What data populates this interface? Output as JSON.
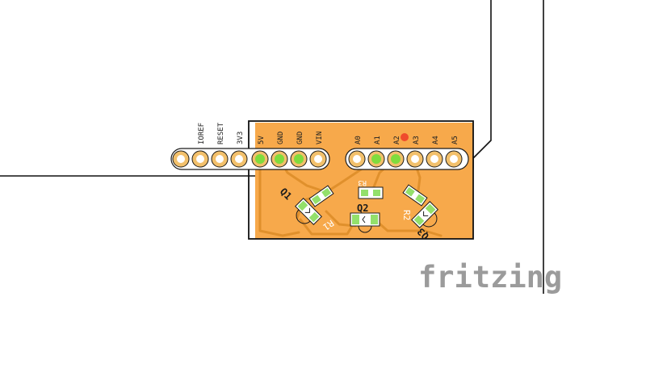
{
  "board": {
    "header_left": [
      "IOREF",
      "RESET",
      "3V3",
      "5V",
      "GND",
      "GND",
      "VIN"
    ],
    "header_right": [
      "A0",
      "A1",
      "A2",
      "A3",
      "A4",
      "A5"
    ]
  },
  "components": {
    "q1": "Q1",
    "q2": "Q2",
    "q3": "Q3",
    "r1": "R1",
    "r2": "R2",
    "r3": "R3"
  },
  "logo": "fritzing",
  "colors": {
    "pcb": "#f7a94b",
    "trace": "#e0902c",
    "copper_ring": "#f2c06b",
    "pad": "#7fdc3d",
    "smd_pad": "#93e06b",
    "outline": "#111111",
    "brand": "#9b9b9b",
    "highlight_dot": "#ef4b2c"
  }
}
